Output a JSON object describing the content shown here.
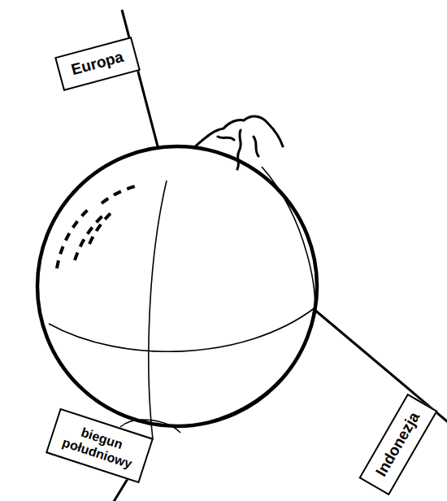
{
  "diagram": {
    "nodes": [
      {
        "text": [
          "Europa"
        ]
      },
      {
        "text": [
          "biegun południowy"
        ]
      },
      {
        "text": [
          "Indonezja"
        ]
      }
    ]
  }
}
